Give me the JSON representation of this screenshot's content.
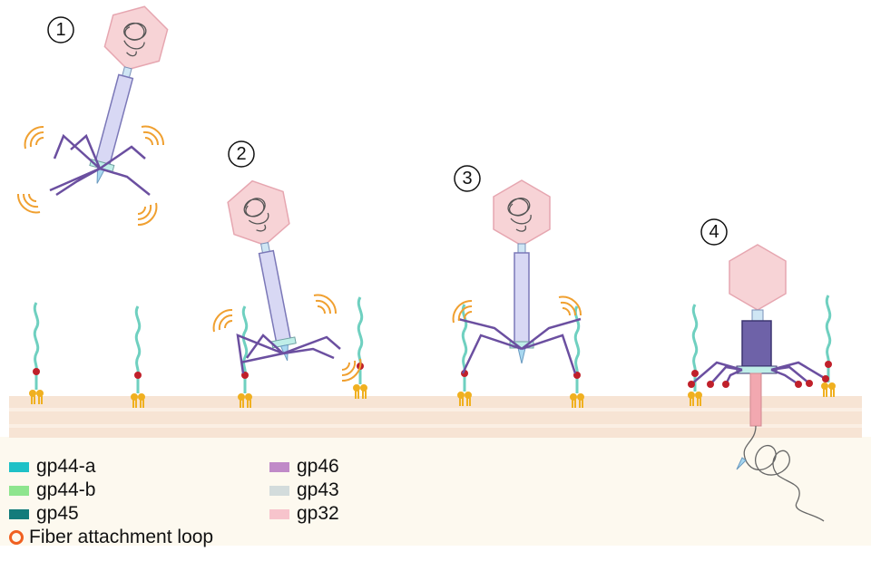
{
  "steps": [
    "1",
    "2",
    "3",
    "4"
  ],
  "legend": {
    "left": [
      {
        "label": "gp44-a",
        "color": "#1fc1c7"
      },
      {
        "label": "gp44-b",
        "color": "#8ee58e"
      },
      {
        "label": "gp45",
        "color": "#137b7b"
      }
    ],
    "right": [
      {
        "label": "gp46",
        "color": "#c08ac8"
      },
      {
        "label": "gp43",
        "color": "#d3dcdc"
      },
      {
        "label": "gp32",
        "color": "#f7c4cc"
      }
    ],
    "loop": {
      "label": "Fiber attachment loop",
      "color": "#f06020"
    }
  },
  "colors": {
    "head": "#f7d3d6",
    "tail": "#d8d8f4",
    "fiber": "#6b4fa0",
    "receptor": "#6fd0c0",
    "dot": "#c0202a",
    "lipid": "#f0b020",
    "membrane": "#f7e4d4",
    "arcs": "#f0a030"
  }
}
